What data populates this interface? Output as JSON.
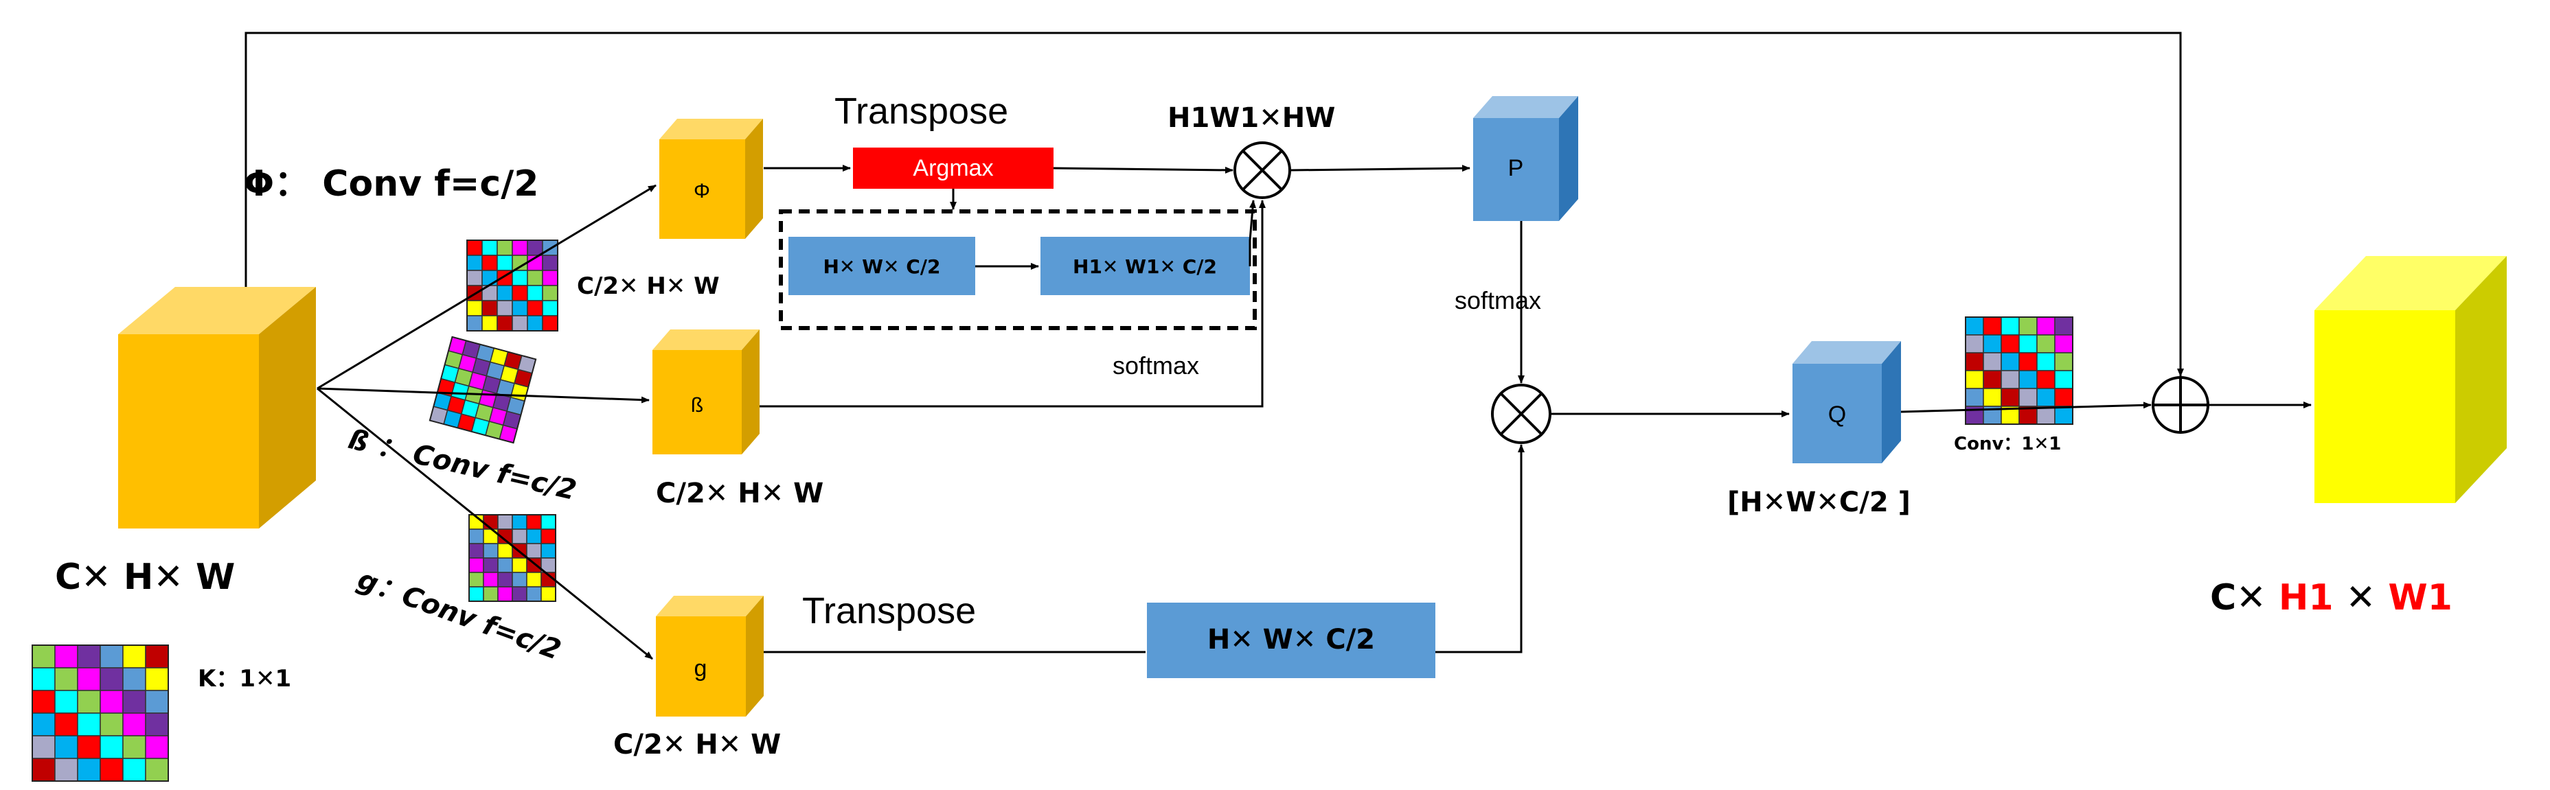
{
  "colors": {
    "orange_front": "#FFBF00",
    "orange_top": "#FFD966",
    "orange_side": "#D39E00",
    "blue_front": "#5B9BD5",
    "blue_top": "#9DC3E6",
    "blue_side": "#2E75B6",
    "yellow_front": "#FFFF00",
    "yellow_top": "#FFFF66",
    "yellow_side": "#CCCC00",
    "argmax_red": "#FF0000",
    "highlight_red": "#FF0000",
    "grid_palette": [
      "#FF0000",
      "#FF00FF",
      "#FFFF00",
      "#00B0F0",
      "#92D050",
      "#5B9BD5",
      "#A9A9C8",
      "#00FFFF",
      "#7030A0",
      "#C00000"
    ]
  },
  "icons": {
    "multiply": "circle-times-icon",
    "add": "circle-plus-icon",
    "kernel": "kernel-grid-icon"
  },
  "labels": {
    "input_dims": "C✕ H✕ W",
    "phi_conv": "Φ： Conv f=c/2",
    "beta_conv": "ß ： Conv f=c/2",
    "g_conv": "g：Conv f=c/2",
    "kernel_legend": "K：1✕1",
    "phi_cube": "Φ",
    "beta_cube": "ß",
    "g_cube": "g",
    "phi_dims": "C/2✕ H✕ W",
    "beta_dims": "C/2✕ H✕ W",
    "g_dims": "C/2✕ H✕ W",
    "transpose_top": "Transpose",
    "transpose_bottom": "Transpose",
    "argmax": "Argmax",
    "hwc2_box": "H✕ W✕ C/2",
    "h1w1c2_box": "H1✕ W1✕ C/2",
    "hwc2_bottom_box": "H✕ W✕ C/2",
    "softmax_mid": "softmax",
    "softmax_right": "softmax",
    "h1w1hw": "H1W1✕HW",
    "p_cube": "P",
    "q_cube": "Q",
    "q_dims": "[H✕W✕C/2 ]",
    "conv_1x1": "Conv：1✕1",
    "output_dims_prefix": "C✕ ",
    "output_h1": "H1",
    "output_sep": "✕ ",
    "output_w1": "W1"
  }
}
